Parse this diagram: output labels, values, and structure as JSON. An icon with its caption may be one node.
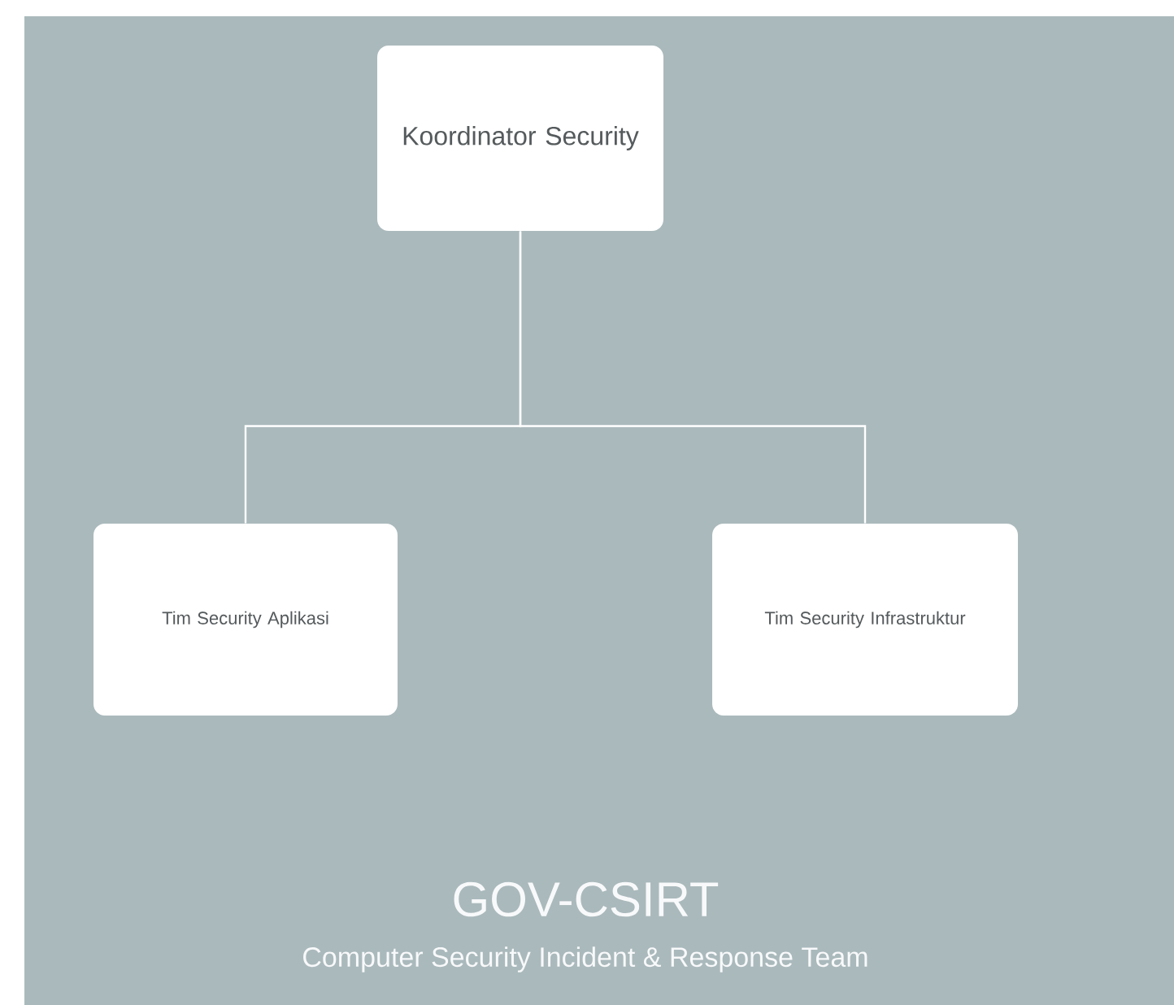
{
  "diagram": {
    "nodes": [
      {
        "text": [
          "Koordinator Security"
        ]
      },
      {
        "text": [
          "Tim Security Aplikasi"
        ]
      },
      {
        "text": [
          "Tim Security Infrastruktur"
        ]
      }
    ],
    "edges": [
      {
        "from": 0,
        "to": 1,
        "arrow": "none"
      },
      {
        "from": 0,
        "to": 2,
        "arrow": "none"
      }
    ],
    "labels": [
      "GOV-CSIRT",
      "Computer Security Incident & Response Team"
    ]
  }
}
